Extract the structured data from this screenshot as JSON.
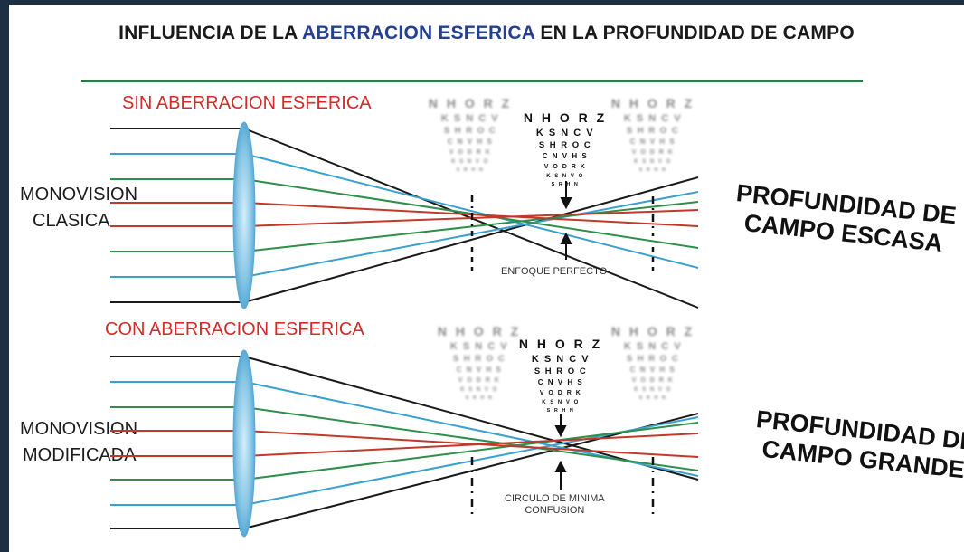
{
  "title": {
    "part1": "INFLUENCIA DE LA ",
    "highlight": "ABERRACION ESFERICA",
    "part2": " EN LA PROFUNDIDAD DE CAMPO"
  },
  "colors": {
    "title_highlight": "#24408f",
    "section_label": "#d32a2a",
    "rule": "#2e7a4a",
    "ray_black": "#1a1a1a",
    "ray_blue": "#3aa0cf",
    "ray_green": "#2e8f4a",
    "ray_red": "#c0392b",
    "lens": "#8fcbe8"
  },
  "top": {
    "section_label": "SIN ABERRACION ESFERICA",
    "side_line1": "MONOVISION",
    "side_line2": "CLASICA",
    "focus_label": "ENFOQUE PERFECTO",
    "result_line1": "PROFUNDIDAD DE",
    "result_line2": "CAMPO ESCASA"
  },
  "bottom": {
    "section_label": "CON ABERRACION ESFERICA",
    "side_line1": "MONOVISION",
    "side_line2": "MODIFICADA",
    "focus_line1": "CIRCULO DE MINIMA",
    "focus_line2": "CONFUSION",
    "result_line1": "PROFUNDIDAD DE",
    "result_line2": "CAMPO GRANDE"
  },
  "eye_chart": {
    "rows": [
      "N H O R Z",
      "K S N C V",
      "S H R O C",
      "C N V H S",
      "V O D R K",
      "K S N V O",
      "S R H N"
    ]
  }
}
